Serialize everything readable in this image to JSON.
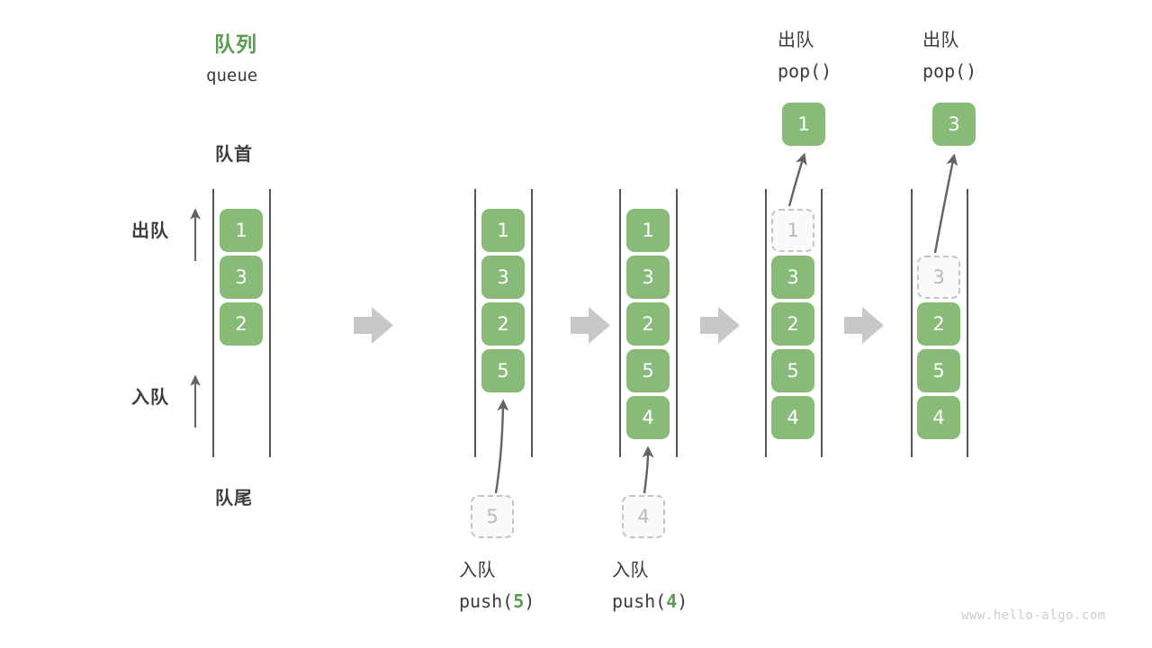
{
  "watermark": "www.hello-algo.com",
  "header": {
    "title_cn": "队列",
    "title_en": "queue",
    "front_label": "队首",
    "rear_label": "队尾"
  },
  "side_ops": {
    "dequeue_label": "出队",
    "enqueue_label": "入队"
  },
  "colors": {
    "accent_green": "#88bb77",
    "title_green": "#5b9b52",
    "ghost_border": "#c4c4c4",
    "ghost_text": "#b9b9b9",
    "rail": "#555555",
    "arrow": "#636363",
    "step_arrow": "#c8c8c8",
    "text": "#3c3c3c",
    "watermark": "#cccccc"
  },
  "columns": [
    {
      "id": "col-1",
      "cells": [
        {
          "value": "1",
          "state": "filled"
        },
        {
          "value": "3",
          "state": "filled"
        },
        {
          "value": "2",
          "state": "filled"
        }
      ]
    },
    {
      "id": "col-2",
      "cells": [
        {
          "value": "1",
          "state": "filled"
        },
        {
          "value": "3",
          "state": "filled"
        },
        {
          "value": "2",
          "state": "filled"
        },
        {
          "value": "5",
          "state": "filled"
        }
      ],
      "incoming": {
        "value": "5",
        "state": "ghost"
      },
      "caption_cn": "入队",
      "caption_code_prefix": "push(",
      "caption_code_arg": "5",
      "caption_code_suffix": ")"
    },
    {
      "id": "col-3",
      "cells": [
        {
          "value": "1",
          "state": "filled"
        },
        {
          "value": "3",
          "state": "filled"
        },
        {
          "value": "2",
          "state": "filled"
        },
        {
          "value": "5",
          "state": "filled"
        },
        {
          "value": "4",
          "state": "filled"
        }
      ],
      "incoming": {
        "value": "4",
        "state": "ghost"
      },
      "caption_cn": "入队",
      "caption_code_prefix": "push(",
      "caption_code_arg": "4",
      "caption_code_suffix": ")"
    },
    {
      "id": "col-4",
      "cells": [
        {
          "value": "1",
          "state": "ghost"
        },
        {
          "value": "3",
          "state": "filled"
        },
        {
          "value": "2",
          "state": "filled"
        },
        {
          "value": "5",
          "state": "filled"
        },
        {
          "value": "4",
          "state": "filled"
        }
      ],
      "popped": {
        "value": "1",
        "state": "filled"
      },
      "caption_cn": "出队",
      "caption_code_prefix": "pop(",
      "caption_code_arg": "",
      "caption_code_suffix": ")"
    },
    {
      "id": "col-5",
      "cells": [
        {
          "value": "",
          "state": "empty"
        },
        {
          "value": "3",
          "state": "ghost"
        },
        {
          "value": "2",
          "state": "filled"
        },
        {
          "value": "5",
          "state": "filled"
        },
        {
          "value": "4",
          "state": "filled"
        }
      ],
      "popped": {
        "value": "3",
        "state": "filled"
      },
      "caption_cn": "出队",
      "caption_code_prefix": "pop(",
      "caption_code_arg": "",
      "caption_code_suffix": ")"
    }
  ]
}
